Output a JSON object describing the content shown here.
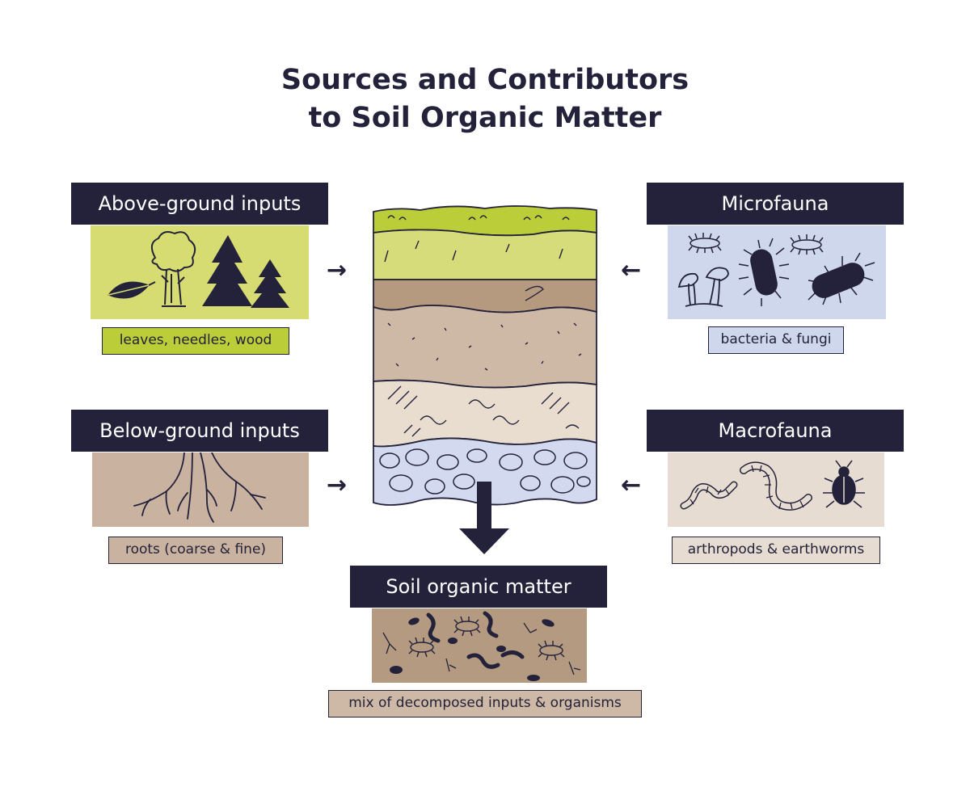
{
  "title": {
    "line1": "Sources and Contributors",
    "line2": "to Soil Organic Matter"
  },
  "above_ground": {
    "header": "Above-ground inputs",
    "caption": "leaves, needles, wood",
    "panel_color": "#d6dc72",
    "icons": [
      "leaf-icon",
      "tree-icon",
      "pine-tree-icon",
      "pine-tree-icon"
    ]
  },
  "below_ground": {
    "header": "Below-ground inputs",
    "caption": "roots (coarse & fine)",
    "panel_color": "#c9b2a0",
    "icons": [
      "roots-icon"
    ]
  },
  "microfauna": {
    "header": "Microfauna",
    "caption": "bacteria & fungi",
    "panel_color": "#cfd7ec",
    "icons": [
      "bacteria-icon",
      "mushroom-icon"
    ]
  },
  "macrofauna": {
    "header": "Macrofauna",
    "caption": "arthropods & earthworms",
    "panel_color": "#e6dcd1",
    "icons": [
      "earthworm-icon",
      "beetle-icon"
    ]
  },
  "result": {
    "header": "Soil organic matter",
    "caption": "mix of decomposed inputs & organisms",
    "panel_color": "#b39a80"
  },
  "arrows": {
    "right": "→",
    "left": "←"
  },
  "soil_layers": [
    "#bccd3a",
    "#d6dc7a",
    "#b59a80",
    "#cdb9a6",
    "#e9ddd0",
    "#d3daf0"
  ],
  "ink_color": "#23223a"
}
